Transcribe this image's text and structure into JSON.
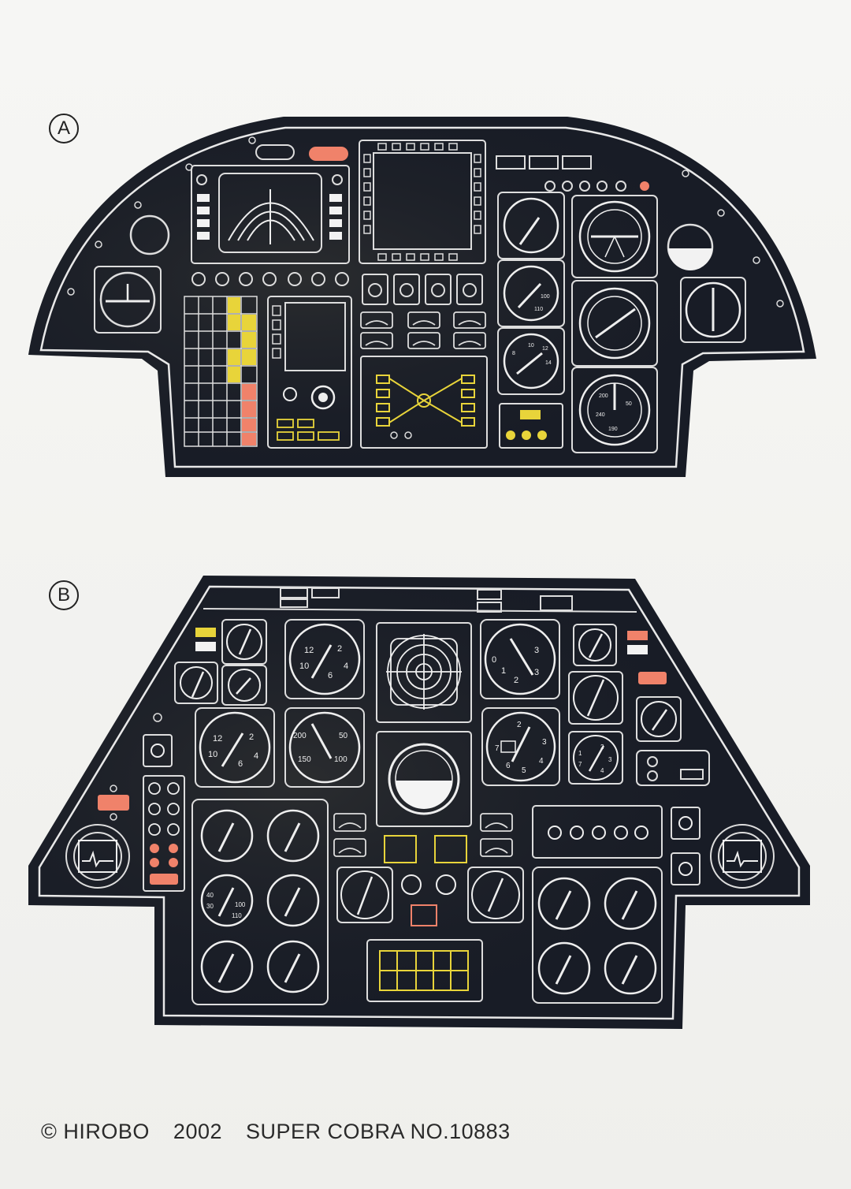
{
  "panel_a": {
    "letter": "A"
  },
  "panel_b": {
    "letter": "B"
  },
  "gauge_labels": {
    "a_gauge_1": [
      "100",
      "110"
    ],
    "a_gauge_2": [
      "10",
      "12",
      "14",
      "8"
    ],
    "a_gauge_3": [
      "200",
      "50",
      "240",
      "190"
    ],
    "b_clock_1": [
      "12",
      "2",
      "10",
      "6",
      "4"
    ],
    "b_clock_2": [
      "0",
      "3",
      "1",
      "2",
      "3"
    ],
    "b_clock_3": [
      "12",
      "2",
      "10",
      "6",
      "4"
    ],
    "b_speed": [
      "200",
      "50",
      "150",
      "100"
    ],
    "b_alt": [
      "2",
      "7",
      "3",
      "6",
      "5",
      "4"
    ],
    "b_small": [
      "1",
      "2",
      "7",
      "3",
      "4"
    ],
    "b_engine": [
      "40",
      "30",
      "100",
      "110"
    ]
  },
  "footer": {
    "copyright": "© HIROBO",
    "year": "2002",
    "product": "SUPER COBRA NO.10883"
  },
  "colors": {
    "panel": "#181c26",
    "line": "#e8e8e8",
    "yellow": "#e8d43a",
    "orange": "#f0826a"
  }
}
